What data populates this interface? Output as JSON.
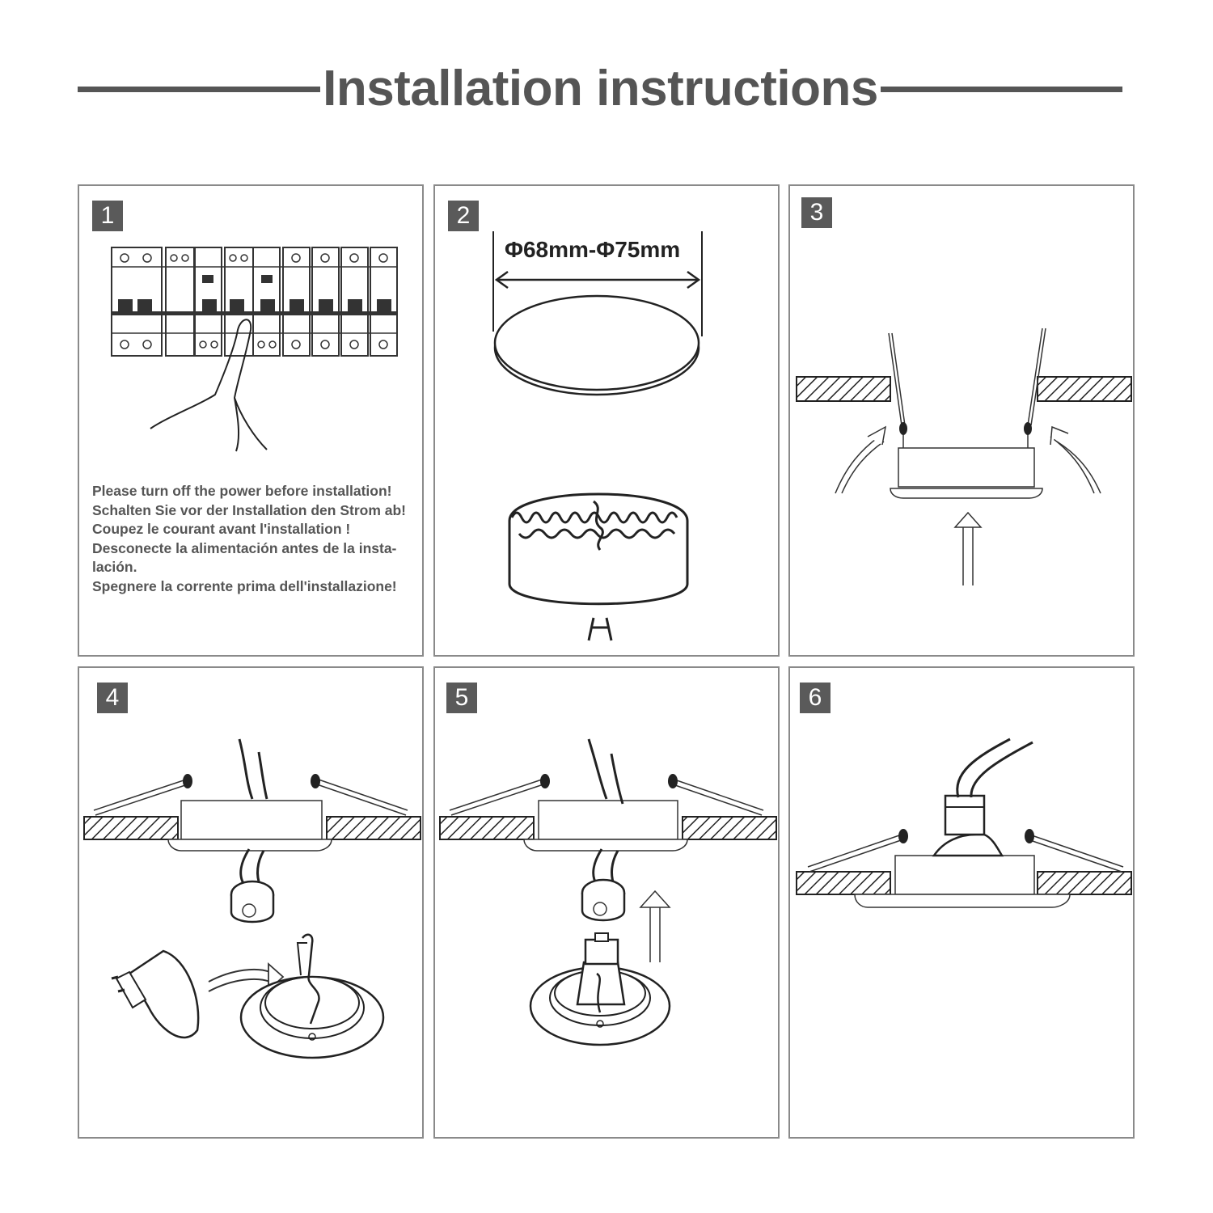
{
  "title": "Installation instructions",
  "colors": {
    "header": "#555555",
    "badge": "#5a5a5a",
    "border": "#8a8a8a",
    "text": "#555555"
  },
  "steps": [
    {
      "number": "1",
      "illustration": "circuit-breaker-panel-hand",
      "lines": [
        "Please turn off the power before installation!",
        "Schalten Sie vor der Installation den Strom ab!",
        "Coupez le courant avant l'installation !",
        "Desconecte la alimentación antes de la insta-",
        "lación.",
        "Spegnere la corrente prima dell'installazione!"
      ]
    },
    {
      "number": "2",
      "illustration": "cutout-diameter-and-hole-saw",
      "dimension": "Φ68mm-Φ75mm"
    },
    {
      "number": "3",
      "illustration": "insert-fixture-into-ceiling"
    },
    {
      "number": "4",
      "illustration": "connect-socket-insert-lamp"
    },
    {
      "number": "5",
      "illustration": "attach-socket-to-lamp"
    },
    {
      "number": "6",
      "illustration": "fixture-installed-in-ceiling"
    }
  ]
}
